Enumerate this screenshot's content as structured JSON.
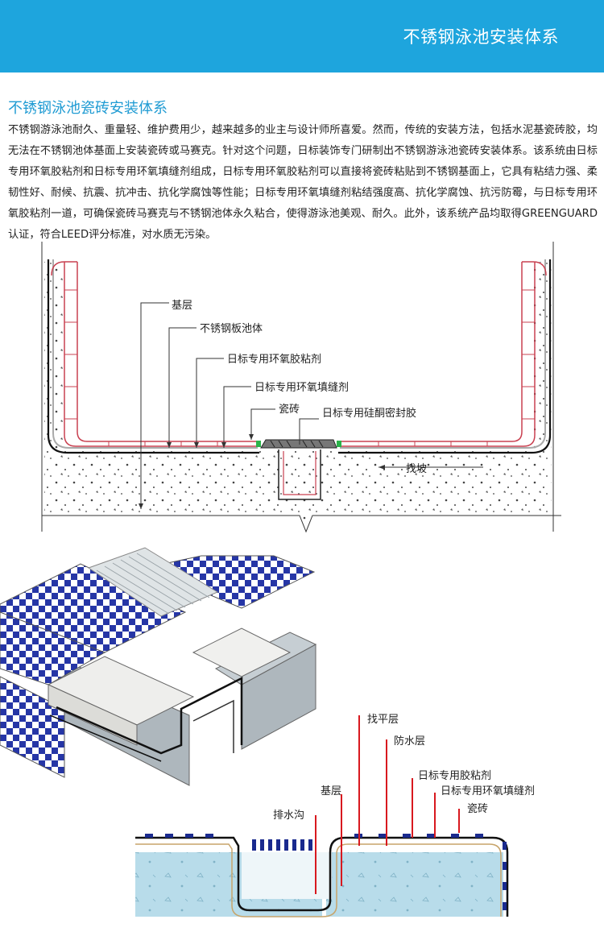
{
  "header": {
    "title": "不锈钢泳池安装体系"
  },
  "section": {
    "title": "不锈钢泳池瓷砖安装体系",
    "paragraph": "不锈钢游泳池耐久、重量轻、维护费用少，越来越多的业主与设计师所喜爱。然而，传统的安装方法，包括水泥基瓷砖胶，均无法在不锈钢池体基面上安装瓷砖或马赛克。针对这个问题，日标装饰专门研制出不锈钢游泳池瓷砖安装体系。该系统由日标专用环氧胶粘剂和日标专用环氧填缝剂组成，日标专用环氧胶粘剂可以直接将瓷砖粘贴到不锈钢基面上，它具有粘结力强、柔韧性好、耐候、抗震、抗冲击、抗化学腐蚀等性能；日标专用环氧填缝剂粘结强度高、抗化学腐蚀、抗污防霉，与日标专用环氧胶粘剂一道，可确保瓷砖马赛克与不锈钢池体永久粘合，使得游泳池美观、耐久。此外，该系统产品均取得GREENGUARD认证，符合LEED评分标准，对水质无污染。"
  },
  "diagram1": {
    "labels": {
      "base": "基层",
      "steel_pool": "不锈钢板池体",
      "epoxy_adhesive": "日标专用环氧胶粘剂",
      "epoxy_grout": "日标专用环氧填缝剂",
      "tile": "瓷砖",
      "silicone_sealant": "日标专用硅酮密封胶",
      "slope": "找坡"
    }
  },
  "diagram3": {
    "labels": {
      "leveling": "找平层",
      "waterproof": "防水层",
      "adhesive": "日标专用胶粘剂",
      "epoxy_grout": "日标专用环氧填缝剂",
      "base": "基层",
      "tile": "瓷砖",
      "drain": "排水沟"
    }
  }
}
